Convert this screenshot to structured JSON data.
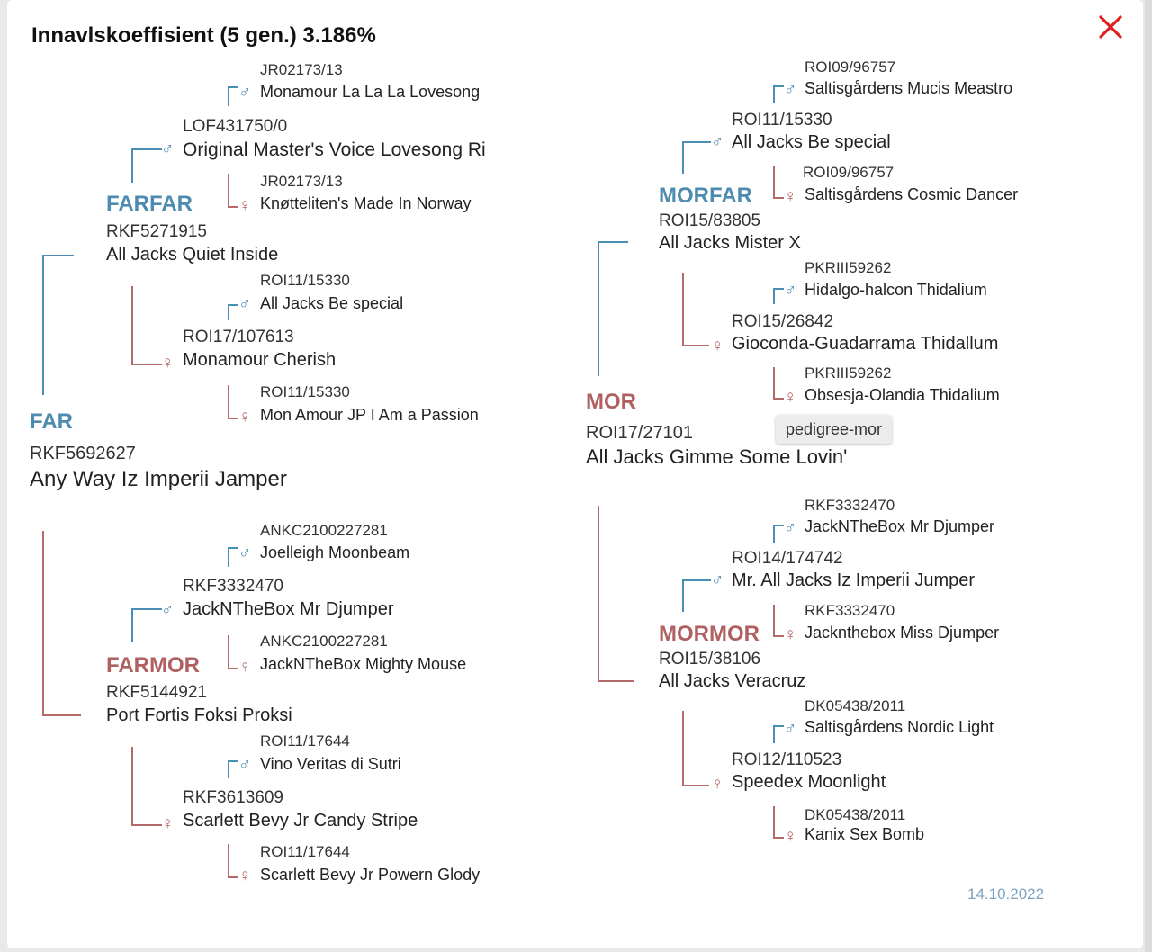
{
  "dialog": {
    "title": "Innavlskoeffisient (5 gen.) 3.186%",
    "date": "14.10.2022",
    "tooltip": "pedigree-mor",
    "colors": {
      "male": "#4a8db5",
      "female": "#b56a6a",
      "close": "#e02020"
    }
  },
  "far": {
    "label": "FAR",
    "reg": "RKF5692627",
    "name": "Any Way Iz Imperii Jamper",
    "farfar": {
      "label": "FARFAR",
      "reg": "RKF5271915",
      "name": "All Jacks Quiet Inside",
      "sire": {
        "reg": "LOF431750/0",
        "name": "Original Master's Voice Lovesong Ri",
        "sire": {
          "reg": "JR02173/13",
          "name": "Monamour La La La Lovesong"
        },
        "dam": {
          "reg": "JR02173/13",
          "name": "Knøtteliten's Made In Norway"
        }
      },
      "dam": {
        "reg": "ROI17/107613",
        "name": "Monamour Cherish",
        "sire": {
          "reg": "ROI11/15330",
          "name": "All Jacks Be special"
        },
        "dam": {
          "reg": "ROI11/15330",
          "name": "Mon Amour JP I Am a Passion"
        }
      }
    },
    "farmor": {
      "label": "FARMOR",
      "reg": "RKF5144921",
      "name": "Port Fortis Foksi Proksi",
      "sire": {
        "reg": "RKF3332470",
        "name": "JackNTheBox Mr Djumper",
        "sire": {
          "reg": "ANKC2100227281",
          "name": "Joelleigh Moonbeam"
        },
        "dam": {
          "reg": "ANKC2100227281",
          "name": "JackNTheBox Mighty Mouse"
        }
      },
      "dam": {
        "reg": "RKF3613609",
        "name": "Scarlett Bevy Jr Candy Stripe",
        "sire": {
          "reg": "ROI11/17644",
          "name": "Vino Veritas di Sutri"
        },
        "dam": {
          "reg": "ROI11/17644",
          "name": "Scarlett Bevy Jr Powern Glody"
        }
      }
    }
  },
  "mor": {
    "label": "MOR",
    "reg": "ROI17/27101",
    "name": "All Jacks Gimme Some Lovin'",
    "morfar": {
      "label": "MORFAR",
      "reg": "ROI15/83805",
      "name": "All Jacks Mister X",
      "sire": {
        "reg": "ROI11/15330",
        "name": "All Jacks Be special",
        "sire": {
          "reg": "ROI09/96757",
          "name": "Saltisgårdens Mucis Meastro"
        },
        "dam": {
          "reg": "ROI09/96757",
          "name": "Saltisgårdens Cosmic Dancer"
        }
      },
      "dam": {
        "reg": "ROI15/26842",
        "name": "Gioconda-Guadarrama Thidallum",
        "sire": {
          "reg": "PKRIII59262",
          "name": "Hidalgo-halcon Thidalium"
        },
        "dam": {
          "reg": "PKRIII59262",
          "name": "Obsesja-Olandia Thidalium"
        }
      }
    },
    "mormor": {
      "label": "MORMOR",
      "reg": "ROI15/38106",
      "name": "All Jacks Veracruz",
      "sire": {
        "reg": "ROI14/174742",
        "name": "Mr. All Jacks Iz Imperii Jumper",
        "sire": {
          "reg": "RKF3332470",
          "name": "JackNTheBox Mr Djumper"
        },
        "dam": {
          "reg": "RKF3332470",
          "name": "Jacknthebox Miss Djumper"
        }
      },
      "dam": {
        "reg": "ROI12/110523",
        "name": "Speedex Moonlight",
        "sire": {
          "reg": "DK05438/2011",
          "name": "Saltisgårdens Nordic Light"
        },
        "dam": {
          "reg": "DK05438/2011",
          "name": "Kanix Sex Bomb"
        }
      }
    }
  },
  "icons": {
    "male": "male-symbol-icon",
    "female": "female-symbol-icon",
    "close": "close-icon"
  }
}
